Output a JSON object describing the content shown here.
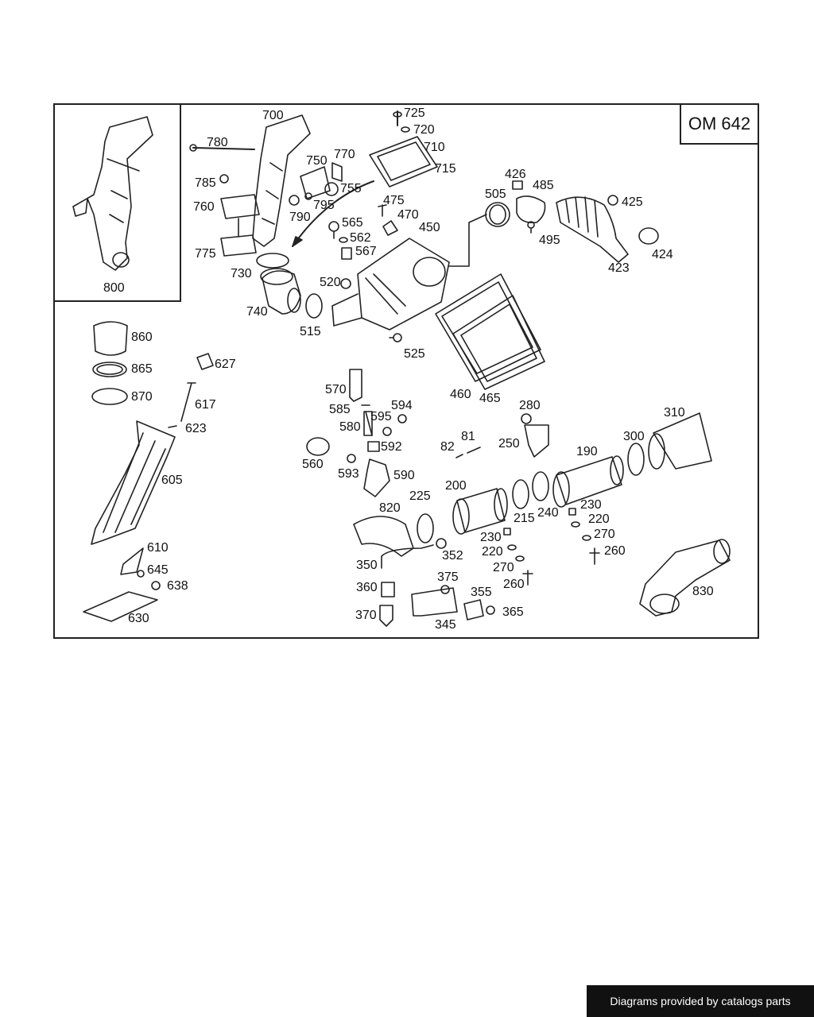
{
  "diagram": {
    "engine_code": "OM 642",
    "part_labels": [
      "725",
      "720",
      "710",
      "715",
      "700",
      "780",
      "785",
      "760",
      "750",
      "770",
      "755",
      "790",
      "795",
      "775",
      "730",
      "740",
      "515",
      "520",
      "475",
      "470",
      "565",
      "562",
      "567",
      "450",
      "426",
      "485",
      "505",
      "425",
      "495",
      "424",
      "423",
      "800",
      "860",
      "865",
      "870",
      "627",
      "617",
      "623",
      "605",
      "610",
      "645",
      "638",
      "630",
      "525",
      "570",
      "585",
      "594",
      "595",
      "580",
      "592",
      "560",
      "593",
      "590",
      "460",
      "465",
      "280",
      "250",
      "310",
      "300",
      "190",
      "81",
      "82",
      "200",
      "225",
      "820",
      "215",
      "240",
      "230",
      "220",
      "270",
      "260",
      "352",
      "350",
      "375",
      "355",
      "360",
      "370",
      "345",
      "365",
      "830"
    ]
  },
  "footer": {
    "credit": "Diagrams provided by catalogs parts"
  }
}
